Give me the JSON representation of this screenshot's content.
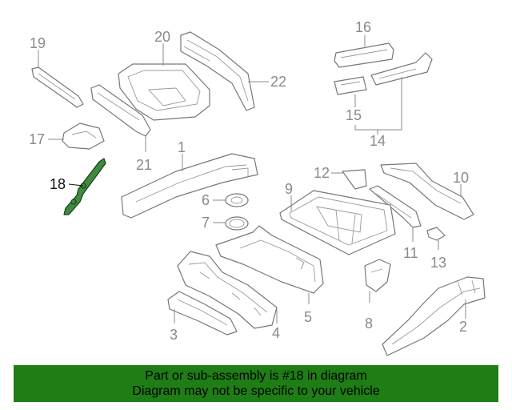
{
  "callouts": {
    "c1": "1",
    "c2": "2",
    "c3": "3",
    "c4": "4",
    "c5": "5",
    "c6": "6",
    "c7": "7",
    "c8": "8",
    "c9": "9",
    "c10": "10",
    "c11": "11",
    "c12": "12",
    "c13": "13",
    "c14": "14",
    "c15": "15",
    "c16": "16",
    "c17": "17",
    "c18": "18",
    "c19": "19",
    "c20": "20",
    "c21": "21",
    "c22": "22"
  },
  "highlight": {
    "part": "18",
    "color": "#3f8a3f"
  },
  "footer": {
    "line1": "Part or sub-assembly is #18 in diagram",
    "line2": "Diagram may not be specific to your vehicle",
    "background": "#1e7d14"
  }
}
